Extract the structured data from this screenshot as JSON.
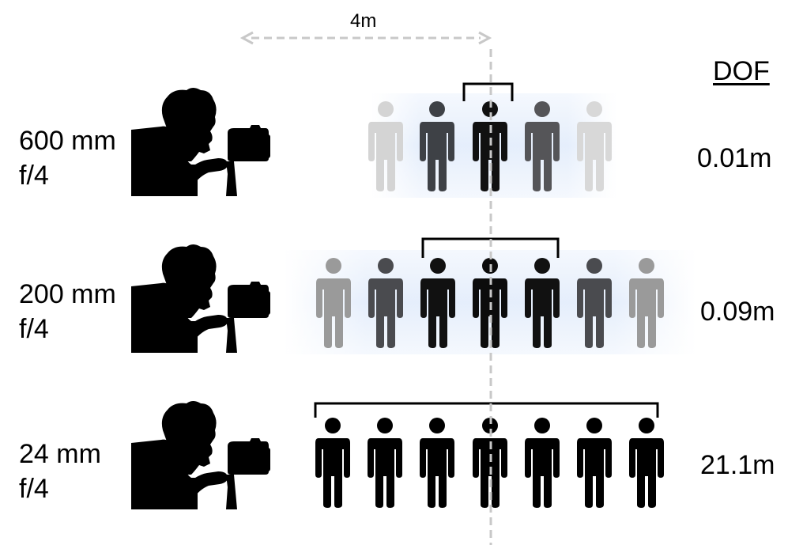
{
  "distance": {
    "label": "4m"
  },
  "dof_header": {
    "label": "DOF"
  },
  "rows": [
    {
      "focal_length": "600 mm",
      "aperture": "f/4",
      "dof": "0.01m",
      "figure_shades": [
        "#d4d4d4",
        "#3e4146",
        "#111111",
        "#555558",
        "#d8d8d8"
      ]
    },
    {
      "focal_length": "200 mm",
      "aperture": "f/4",
      "dof": "0.09m",
      "figure_shades": [
        "#9a9a9a",
        "#4a4b4f",
        "#111111",
        "#0c0c0c",
        "#111111",
        "#4a4b4f",
        "#9a9a9a"
      ]
    },
    {
      "focal_length": "24 mm",
      "aperture": "f/4",
      "dof": "21.1m",
      "figure_shades": [
        "#000000",
        "#000000",
        "#000000",
        "#000000",
        "#000000",
        "#000000",
        "#000000"
      ]
    }
  ],
  "colors": {
    "guide_line": "#c8c8c8",
    "bracket": "#000000",
    "glow": "#e2ecfb",
    "silhouette": "#000000"
  }
}
